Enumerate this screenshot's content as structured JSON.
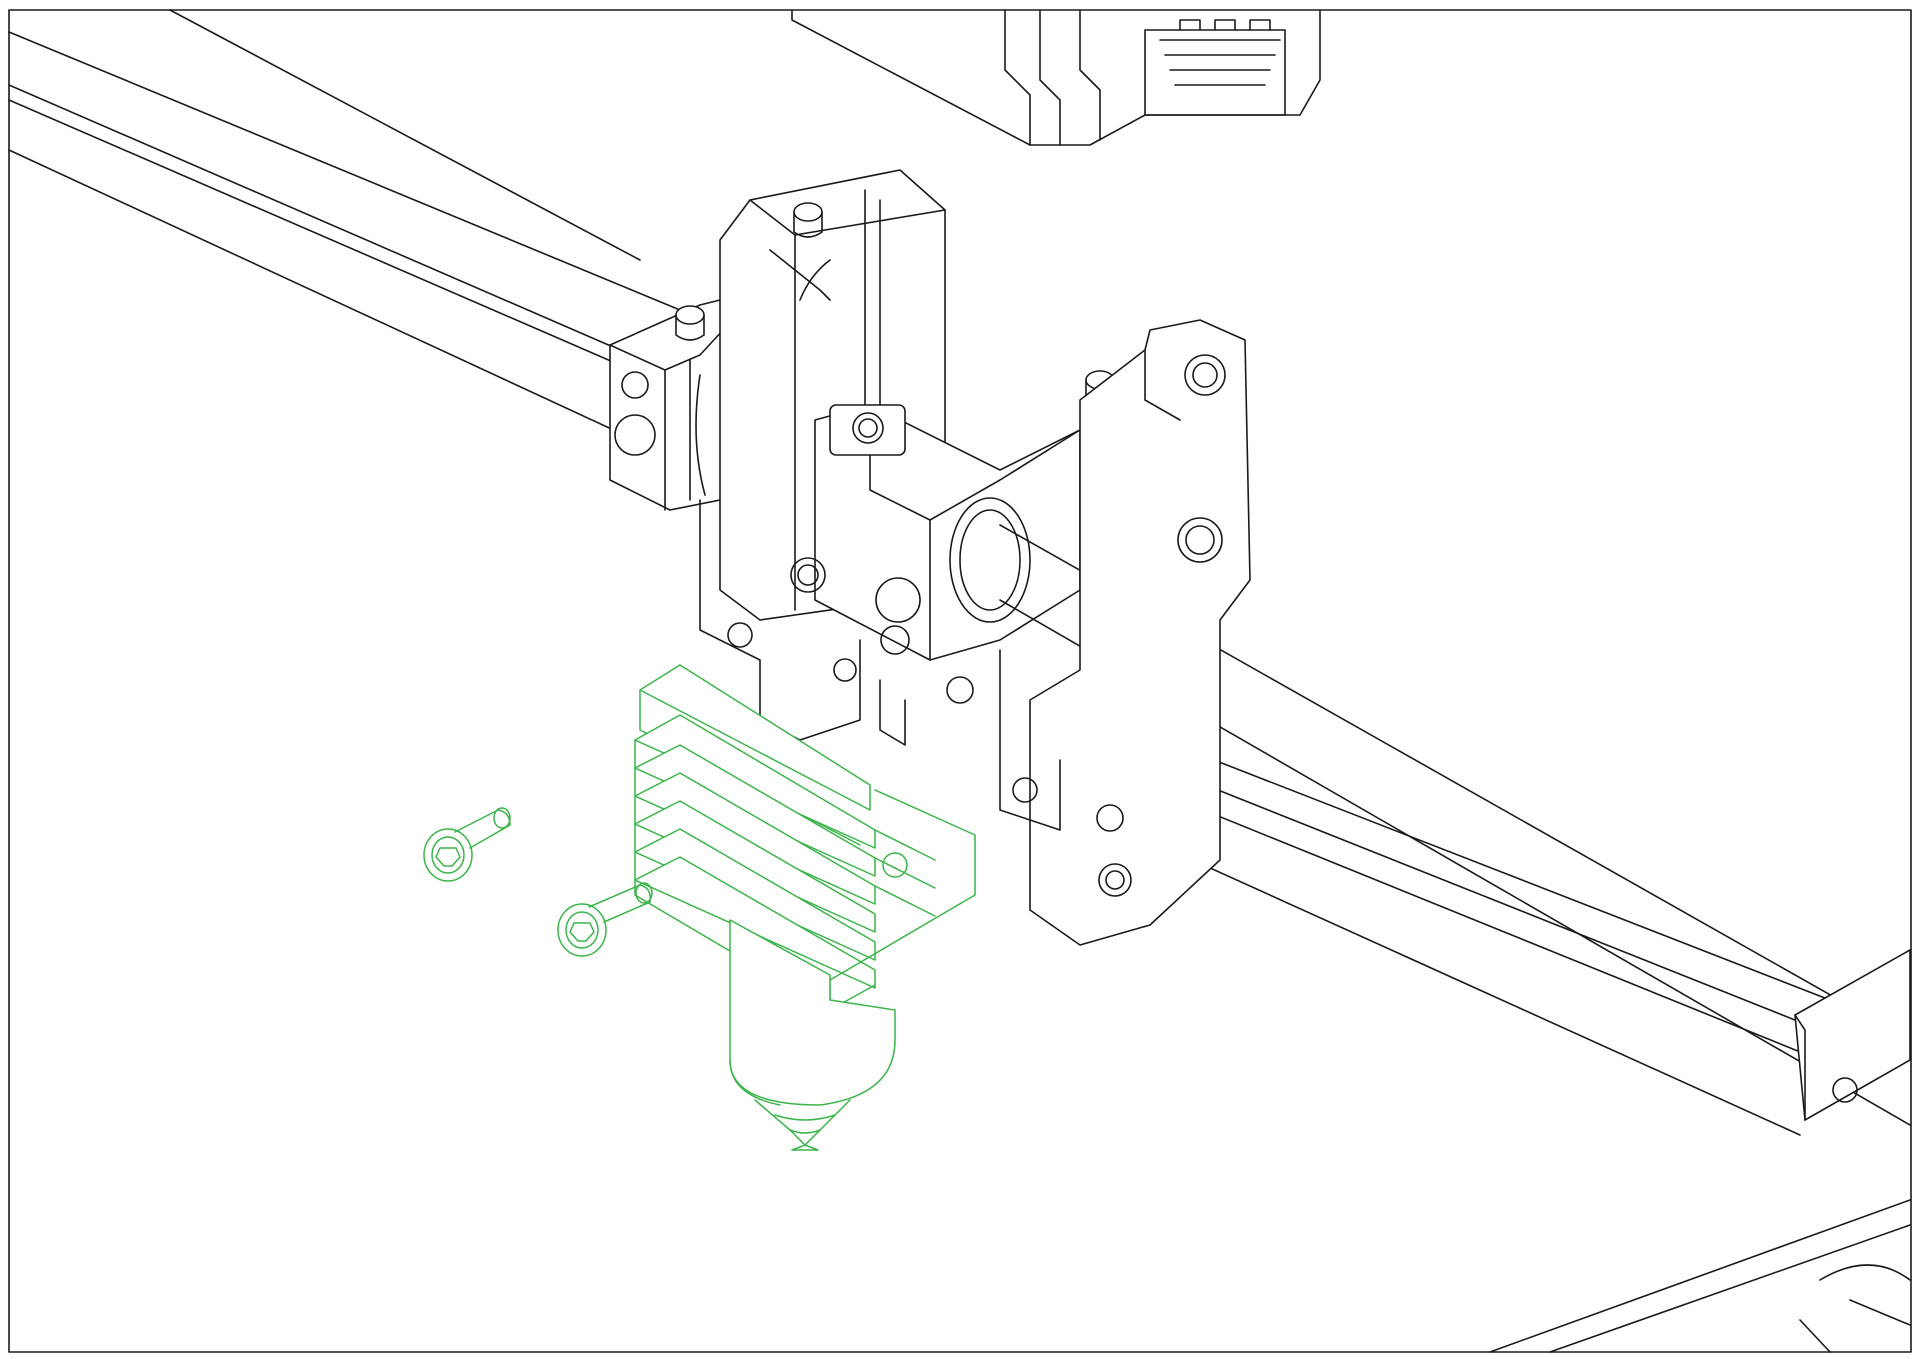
{
  "drawing": {
    "style": "isometric exploded assembly line drawing",
    "colors": {
      "line": "#1a1a1a",
      "highlight": "#3cb44b",
      "background": "#ffffff"
    },
    "highlighted_parts": [
      "hotend-heatsink",
      "hotend-heater-nozzle",
      "cap-screw-1",
      "cap-screw-2"
    ],
    "context_parts": [
      "x-gantry-rail",
      "x-carriage",
      "smooth-rod",
      "stepper-motor",
      "side-plate",
      "frame-extrusion"
    ]
  }
}
